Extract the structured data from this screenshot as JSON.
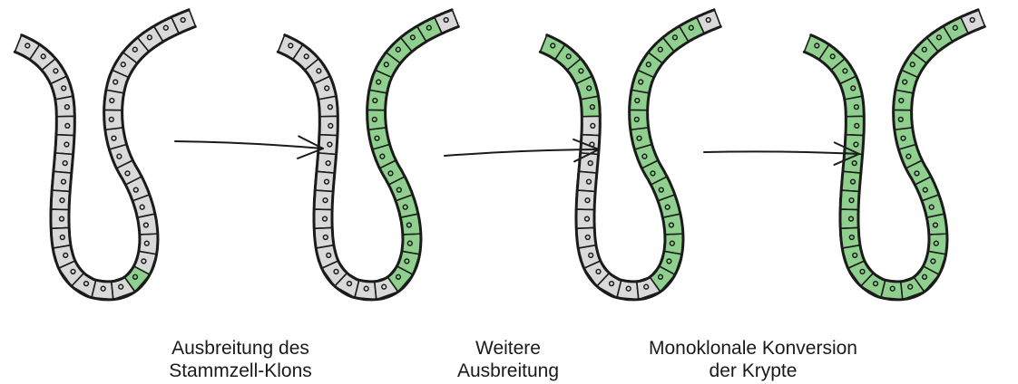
{
  "colors": {
    "outline": "#1b1b1b",
    "unlabeled_cell": "#d9d9d9",
    "labeled_cell": "#8fd08f",
    "background": "#ffffff"
  },
  "crypts": [
    {
      "name": "crypt-1",
      "left_labeled_from": 99,
      "right_labeled_to": 0,
      "bottom_labeled": true
    },
    {
      "name": "crypt-2",
      "left_labeled_from": 99,
      "right_labeled_to": 15,
      "bottom_labeled": true
    },
    {
      "name": "crypt-3",
      "left_labeled_from": 13,
      "right_labeled_to": 15,
      "bottom_labeled": true
    },
    {
      "name": "crypt-4",
      "left_labeled_from": 0,
      "right_labeled_to": 15,
      "bottom_labeled": true
    }
  ],
  "captions": [
    {
      "line1": "Ausbreitung des",
      "line2": "Stammzell-Klons"
    },
    {
      "line1": "Weitere",
      "line2": "Ausbreitung"
    },
    {
      "line1": "Monoklonale Konversion",
      "line2": "der Krypte"
    }
  ]
}
